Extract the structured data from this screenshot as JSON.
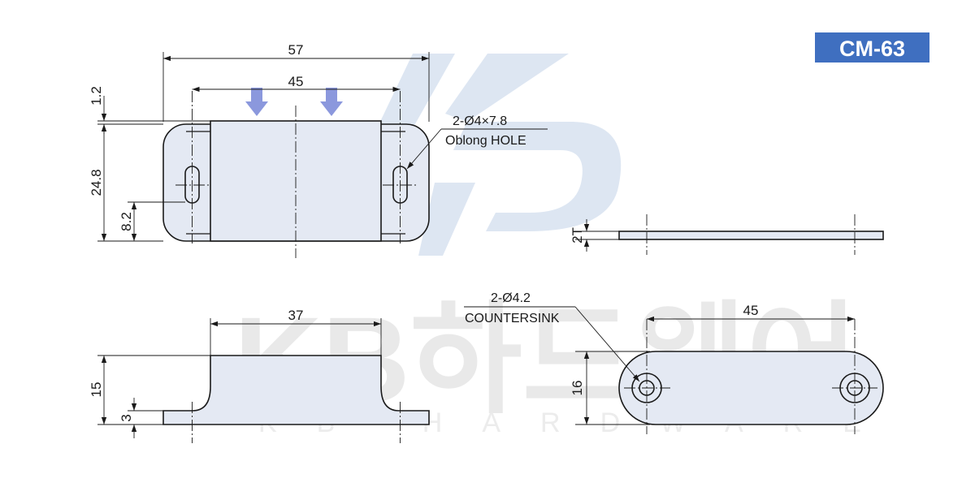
{
  "badge": {
    "label": "CM-63",
    "color": "#3f6fc0"
  },
  "watermark": {
    "korean": "KB하드웨어",
    "english": "KB HARDWARE",
    "logo": "KB"
  },
  "colors": {
    "part_fill": "#e4e9f3",
    "arrow": "#8b98dd",
    "line": "#1a1a1a",
    "logo": "#dde6f2"
  },
  "top_view": {
    "dim_overall_width": "57",
    "dim_hole_spacing": "45",
    "dim_offset": "1.2",
    "dim_height": "24.8",
    "dim_hole_height": "8.2",
    "hole_spec": "2-Ø4×7.8",
    "hole_type": "Oblong HOLE"
  },
  "side_view": {
    "dim_thickness": "2T"
  },
  "front_view": {
    "dim_top_width": "37",
    "dim_height": "15",
    "dim_base": "3"
  },
  "plate_view": {
    "hole_spec": "2-Ø4.2",
    "hole_type": "COUNTERSINK",
    "dim_hole_spacing": "45",
    "dim_height": "16"
  }
}
